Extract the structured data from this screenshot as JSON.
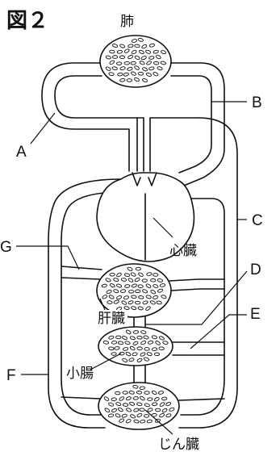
{
  "figure": {
    "title": "図２"
  },
  "organs": {
    "lung": "肺",
    "heart": "心臓",
    "liver": "肝臓",
    "small_intestine": "小腸",
    "kidney": "じん臓"
  },
  "vessel_labels": {
    "A": "A",
    "B": "B",
    "C": "C",
    "D": "D",
    "E": "E",
    "F": "F",
    "G": "G"
  }
}
